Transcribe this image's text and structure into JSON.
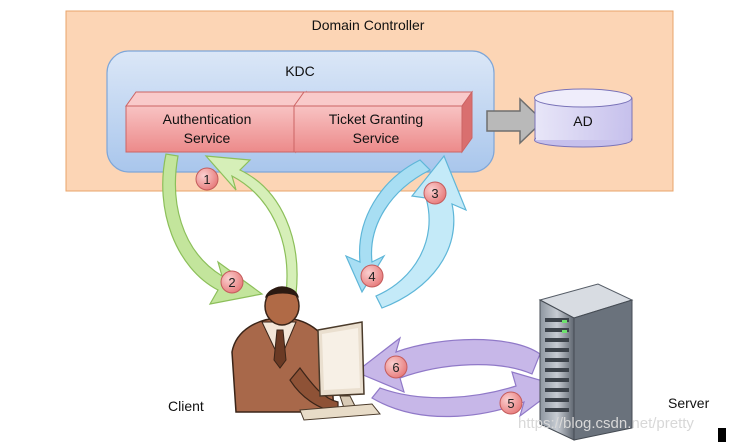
{
  "domain_controller": {
    "label": "Domain Controller"
  },
  "kdc": {
    "label": "KDC",
    "authentication_service": {
      "line1": "Authentication",
      "line2": "Service"
    },
    "ticket_granting_service": {
      "line1": "Ticket Granting",
      "line2": "Service"
    }
  },
  "ad": {
    "label": "AD"
  },
  "client": {
    "label": "Client"
  },
  "server": {
    "label": "Server"
  },
  "steps": [
    "1",
    "2",
    "3",
    "4",
    "5",
    "6"
  ],
  "watermark": "https://blog.csdn.net/pretty",
  "colors": {
    "domain_controller_fill": "#fcd5b5",
    "domain_controller_stroke": "#e9a46a",
    "kdc_fill": "#c6d9f1",
    "kdc_stroke": "#8eb4e3",
    "service_fill": "#f4a3a3",
    "service_stroke": "#d06060",
    "ad_fill": "#dcd8f4",
    "arrow_green": "#c3e59c",
    "arrow_blue": "#a8def3",
    "arrow_purple": "#c7b7e8",
    "step_circle": "#f19a9a"
  }
}
